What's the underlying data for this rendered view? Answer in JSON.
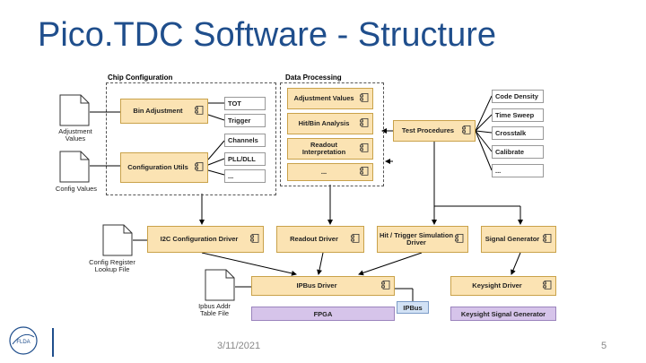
{
  "title": "Pico.TDC Software - Structure",
  "groups": {
    "chip_config": "Chip Configuration",
    "data_processing": "Data Processing"
  },
  "docs": {
    "adjustment_values": "Adjustment Values",
    "config_values": "Config Values",
    "config_register": "Config Register Lookup File",
    "ipbus_addr": "Ipbus Addr Table File"
  },
  "components": {
    "bin_adjustment": "Bin Adjustment",
    "configuration_utils": "Configuration Utils",
    "adjustment_values": "Adjustment Values",
    "hit_bin_analysis": "Hit/Bin Analysis",
    "readout_interpretation": "Readout Interpretation",
    "dp_more": "...",
    "test_procedures": "Test Procedures",
    "i2c_driver": "I2C Configuration Driver",
    "readout_driver": "Readout Driver",
    "hit_trigger_sim": "Hit / Trigger Simulation Driver",
    "signal_generator": "Signal Generator",
    "ipbus_driver": "IPBus Driver",
    "keysight_driver": "Keysight Driver"
  },
  "config_items": [
    "TOT",
    "Trigger",
    "Channels",
    "PLL/DLL",
    "..."
  ],
  "test_items": [
    "Code Density",
    "Time Sweep",
    "Crosstalk",
    "Calibrate",
    "..."
  ],
  "hardware": {
    "fpga": "FPGA",
    "ipbus": "IPBus",
    "keysight_gen": "Keysight Signal Generator"
  },
  "footer": {
    "date": "3/11/2021",
    "page": "5"
  },
  "logo_text": "FLDA"
}
